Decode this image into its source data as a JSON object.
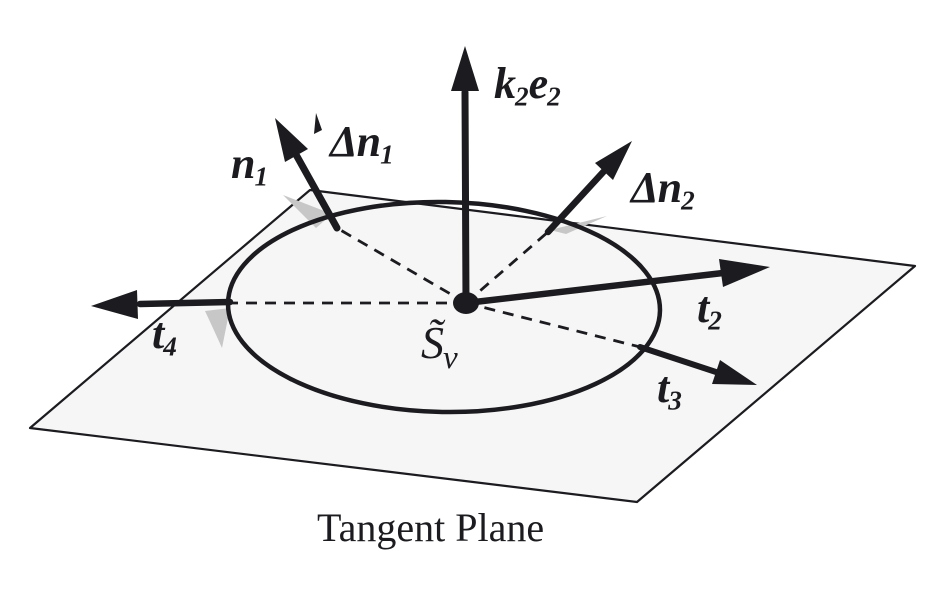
{
  "diagram": {
    "caption": "Tangent Plane",
    "labels": {
      "k2e2": {
        "parts": [
          {
            "text": "k"
          },
          {
            "text": "2",
            "sub": true
          },
          {
            "text": "e"
          },
          {
            "text": "2",
            "sub": true
          }
        ]
      },
      "n1": {
        "parts": [
          {
            "text": "n"
          },
          {
            "text": "1",
            "sub": true
          }
        ]
      },
      "dn1": {
        "parts": [
          {
            "text": "Δn"
          },
          {
            "text": "1",
            "sub": true
          }
        ]
      },
      "dn2": {
        "parts": [
          {
            "text": "Δn"
          },
          {
            "text": "2",
            "sub": true
          }
        ]
      },
      "t2": {
        "parts": [
          {
            "text": "t"
          },
          {
            "text": "2",
            "sub": true
          }
        ]
      },
      "t3": {
        "parts": [
          {
            "text": "t"
          },
          {
            "text": "3",
            "sub": true
          }
        ]
      },
      "t4": {
        "parts": [
          {
            "text": "t"
          },
          {
            "text": "4",
            "sub": true
          }
        ]
      },
      "sv": {
        "parts": [
          {
            "text": "S̃"
          },
          {
            "text": "v",
            "sub": true
          }
        ]
      }
    },
    "colors": {
      "ink": "#1c1c20",
      "plane": "#f6f6f7",
      "shadow": "#c7c7c7",
      "bg": "#ffffff"
    }
  }
}
